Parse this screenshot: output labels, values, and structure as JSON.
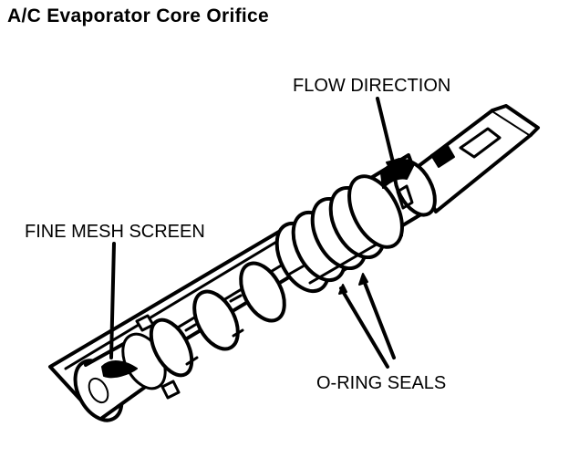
{
  "title": "A/C Evaporator Core Orifice",
  "labels": {
    "flow_direction": "FLOW DIRECTION",
    "fine_mesh_screen": "FINE MESH SCREEN",
    "o_ring_seals": "O-RING SEALS"
  },
  "colors": {
    "ink": "#000000",
    "paper": "#ffffff"
  }
}
